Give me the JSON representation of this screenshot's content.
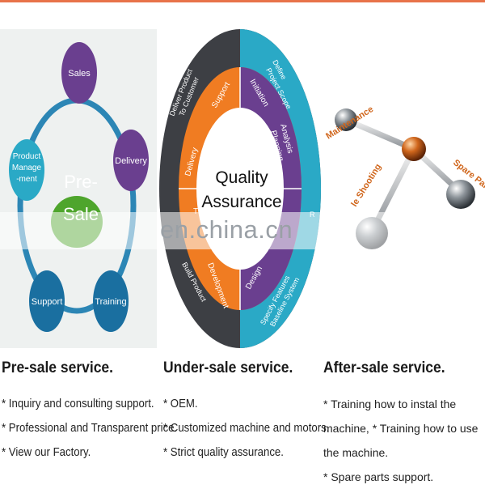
{
  "pre_sale": {
    "heading": "Pre-sale service.",
    "items": [
      "* Inquiry and consulting support.",
      "* Professional and Transparent price.",
      "* View our Factory."
    ],
    "diagram": {
      "center": [
        "Pre-",
        "Sale"
      ],
      "nodes": {
        "sales": "Sales",
        "delivery": "Delivery",
        "training": "Training",
        "support": "Support",
        "product": [
          "Product",
          "Manage",
          "-ment"
        ]
      }
    }
  },
  "under_sale": {
    "heading": "Under-sale service.",
    "items": [
      "* OEM.",
      "* Customized machine and motors.",
      "* Strict quality assurance."
    ],
    "diagram": {
      "center": [
        "Quality",
        "Assurance"
      ],
      "inner": {
        "support": "Support",
        "initiation": "Initiation",
        "analysis": [
          "Analysis",
          "Planning"
        ],
        "delivery": "Delivery",
        "development": "Development",
        "design": "Design",
        "test": "T"
      },
      "outer": {
        "deliver": [
          "Deliver Product",
          "To Customer"
        ],
        "define": [
          "Define",
          "Project Scope"
        ],
        "specify": [
          "Specify Features",
          "Baseline System"
        ],
        "build": "Build Product",
        "right_letter": "R"
      }
    }
  },
  "after_sale": {
    "heading": "After-sale service.",
    "text": "* Training how to instal the machine, * Training how to use the machine.",
    "item2": "* Spare parts support.",
    "diagram": {
      "maintenance": "Maintenance",
      "trouble": "le Shooting",
      "spare": "Spare Parts"
    }
  },
  "watermark": "en.china.cn",
  "colors": {
    "purple": "#6a3f8f",
    "blue": "#1a6fa0",
    "teal": "#2aa9c6",
    "green": "#4ea52c",
    "orange": "#f07c22",
    "dark": "#3d3f44",
    "rule": "#e8734a"
  }
}
